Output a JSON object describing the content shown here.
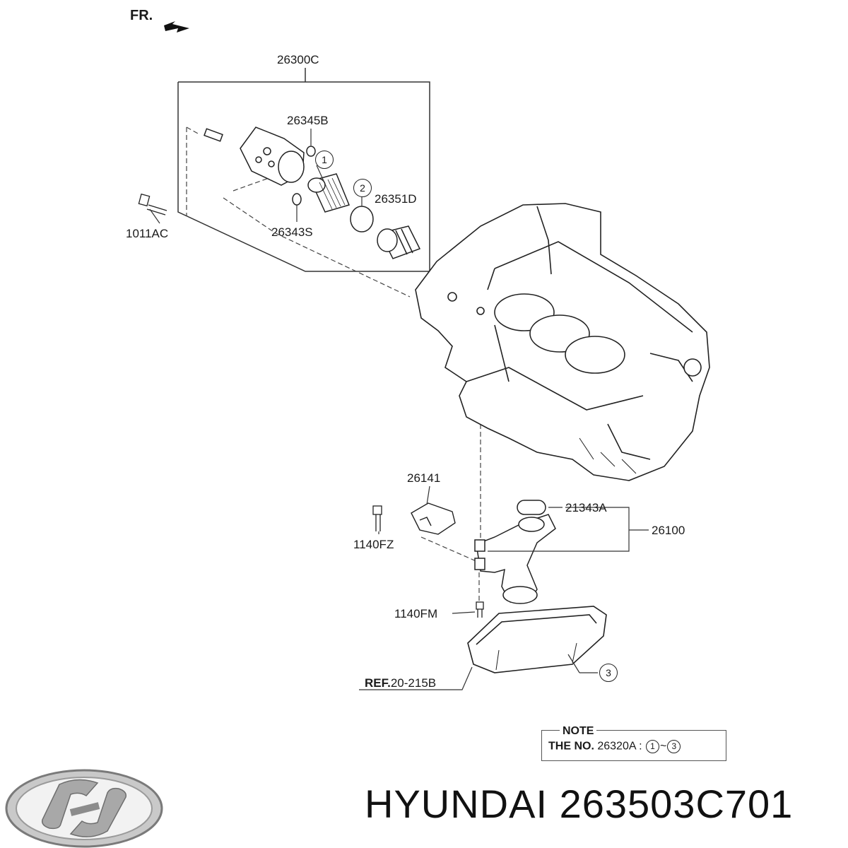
{
  "direction_label": "FR.",
  "parts": {
    "oil_filter_assy": "26300C",
    "o_ring_b": "26345B",
    "bolt": "1011AC",
    "o_ring_s": "26343S",
    "filter_cap": "26351D",
    "oil_screen_cover": "26141",
    "bolt_fz": "1140FZ",
    "gasket": "21343A",
    "oil_pump": "26100",
    "bolt_fm": "1140FM"
  },
  "ref": {
    "prefix": "REF.",
    "code": "20-215B"
  },
  "callouts": {
    "c1": "1",
    "c2": "2",
    "c3": "3"
  },
  "note": {
    "title": "NOTE",
    "prefix": "THE NO.",
    "code": "26320A :",
    "range_start": "1",
    "range_sep": "~",
    "range_end": "3"
  },
  "brand_caption": "HYUNDAI 263503C701",
  "icons": {
    "logo": "hyundai-logo-icon",
    "arrow": "front-arrow-icon"
  }
}
